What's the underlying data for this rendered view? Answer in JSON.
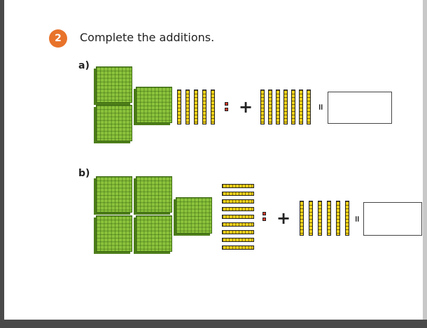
{
  "question": {
    "number": "2",
    "instruction": "Complete the additions."
  },
  "parts": [
    {
      "label": "a)",
      "first_addend": {
        "hundreds": 3,
        "tens": 5,
        "ones": 2
      },
      "operator": "+",
      "second_addend": {
        "hundreds": 0,
        "tens": 7,
        "ones": 0
      },
      "equals": "=",
      "answer": ""
    },
    {
      "label": "b)",
      "first_addend": {
        "hundreds": 5,
        "tens": 9,
        "ones": 2
      },
      "operator": "+",
      "second_addend": {
        "hundreds": 0,
        "tens": 6,
        "ones": 0
      },
      "equals": "=",
      "answer": ""
    }
  ],
  "colors": {
    "badge": "#e8732b",
    "hundreds_flat": "#8cc43c",
    "tens_rod": "#f3d21a",
    "ones_cube": "#d63a2a"
  }
}
